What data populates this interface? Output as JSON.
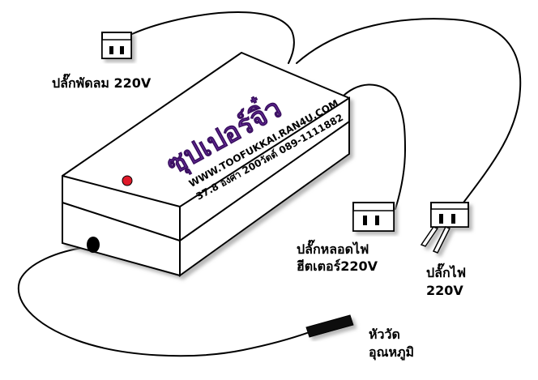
{
  "brand": {
    "name": "ซุปเปอร์จิ๋ว",
    "website": "WWW.TOOFUKKAI.RAN4U.COM",
    "spec": "37.8 องศา   200วัตต์  089-1111882"
  },
  "labels": {
    "fan_plug": "ปลั๊กพัดลม 220V",
    "heater_plug_line1": "ปลั๊กหลอดไฟ",
    "heater_plug_line2": "ฮีตเตอร์220V",
    "power_plug_line1": "ปลั๊กไฟ",
    "power_plug_line2": "220V",
    "sensor_line1": "หัววัด",
    "sensor_line2": "อุณหภูมิ"
  },
  "colors": {
    "brand_text": "#6a2ca0",
    "indicator_led": "#e01a2a",
    "outline": "#000000",
    "shadow": "#b8b8b8"
  }
}
